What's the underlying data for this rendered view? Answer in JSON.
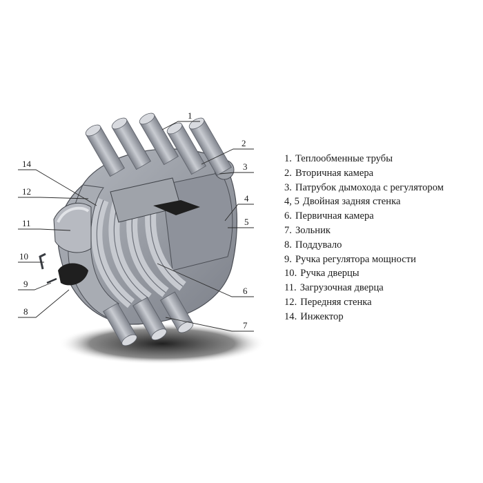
{
  "callouts": [
    "1",
    "2",
    "3",
    "4",
    "5",
    "14",
    "12",
    "11",
    "10",
    "9",
    "8",
    "6",
    "7"
  ],
  "legend": [
    {
      "num": "1.",
      "text": "Теплообменные трубы"
    },
    {
      "num": "2.",
      "text": "Вторичная камера"
    },
    {
      "num": "3.",
      "text": "Патрубок дымохода с регулятором"
    },
    {
      "num": "4, 5",
      "text": "Двойная задняя стенка"
    },
    {
      "num": "6.",
      "text": "Первичная камера"
    },
    {
      "num": "7.",
      "text": "Зольник"
    },
    {
      "num": "8.",
      "text": "Поддувало"
    },
    {
      "num": "9.",
      "text": "Ручка регулятора мощности"
    },
    {
      "num": "10.",
      "text": "Ручка дверцы"
    },
    {
      "num": "11.",
      "text": "Загрузочная дверца"
    },
    {
      "num": "12.",
      "text": "Передняя стенка"
    },
    {
      "num": "14.",
      "text": "Инжектор"
    }
  ],
  "colors": {
    "body": "#9a9ea6",
    "body_dark": "#6f737c",
    "body_light": "#c2c5cc",
    "inner": "#8a8e97",
    "shadow": "#1c1c1c",
    "line": "#2a2a2a"
  }
}
